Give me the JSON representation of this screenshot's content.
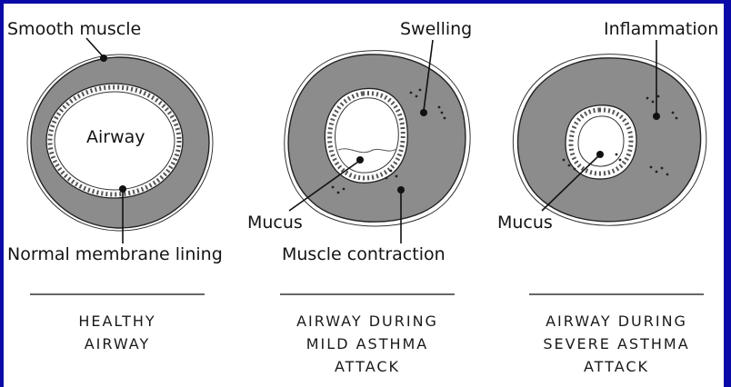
{
  "labels": {
    "smooth_muscle": "Smooth muscle",
    "airway": "Airway",
    "normal_membrane_lining": "Normal membrane lining",
    "swelling": "Swelling",
    "mucus_mild": "Mucus",
    "muscle_contraction": "Muscle contraction",
    "inflammation": "Inflammation",
    "mucus_severe": "Mucus"
  },
  "captions": {
    "healthy": [
      "HEALTHY",
      "AIRWAY"
    ],
    "mild": [
      "AIRWAY DURING",
      "MILD ASTHMA",
      "ATTACK"
    ],
    "severe": [
      "AIRWAY DURING",
      "SEVERE ASTHMA",
      "ATTACK"
    ]
  },
  "colors": {
    "border": "#0a0aa8",
    "muscle": "#8c8c8c",
    "background": "#ffffff"
  }
}
